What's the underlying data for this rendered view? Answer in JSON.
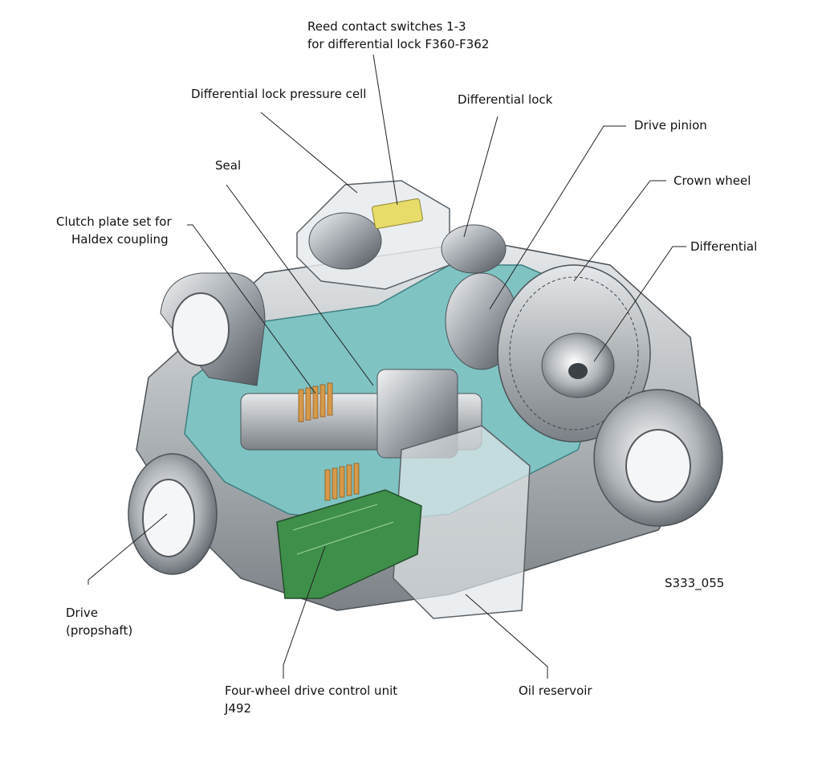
{
  "labels": {
    "reed_line1": "Reed contact switches 1-3",
    "reed_line2": "for differential lock F360-F362",
    "pressure_cell": "Differential lock pressure cell",
    "diff_lock": "Differential lock",
    "drive_pinion": "Drive pinion",
    "crown_wheel": "Crown wheel",
    "seal": "Seal",
    "clutch_line1": "Clutch plate set for",
    "clutch_line2": "Haldex coupling",
    "differential": "Differential",
    "drive_line1": "Drive",
    "drive_line2": "(propshaft)",
    "control_line1": "Four-wheel drive control unit",
    "control_line2": "J492",
    "oil_reservoir": "Oil reservoir"
  },
  "figure_code": "S333_055",
  "colors": {
    "housing_cut": "#7fc3c3",
    "metal_dark": "#6e7378",
    "metal_light": "#d7dbde",
    "copper": "#d69a4a",
    "circuit_board": "#3e8f4a",
    "reed_sensor": "#e7dc6a"
  }
}
